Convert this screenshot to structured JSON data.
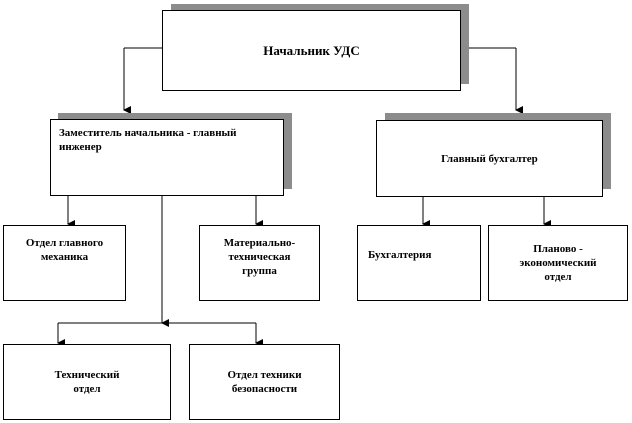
{
  "diagram": {
    "head": "Начальник УДС",
    "deputy": "Заместитель начальника - главный инженер",
    "chief_accountant": "Главный бухгалтер",
    "mechanic_dept": "Отдел главного механика",
    "material_group": "Материально-\nтехническая\nгруппа",
    "accounting": "Бухгалтерия",
    "planning_dept": "Планово  -\nэкономический\nотдел",
    "technical_dept": "Технический\nотдел",
    "safety_dept": "Отдел техники\nбезопасности"
  }
}
